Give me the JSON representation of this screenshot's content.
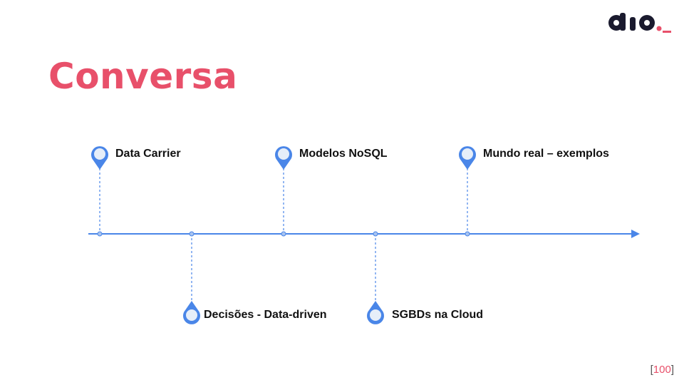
{
  "slide": {
    "title": "Conversa",
    "page_number": "100"
  },
  "timeline": {
    "milestones": [
      {
        "label": "Data Carrier",
        "position": "above"
      },
      {
        "label": "Decisões - Data-driven",
        "position": "below"
      },
      {
        "label": "Modelos NoSQL",
        "position": "above"
      },
      {
        "label": "SGBDs na Cloud",
        "position": "below"
      },
      {
        "label": "Mundo real – exemplos",
        "position": "above"
      }
    ]
  },
  "colors": {
    "accent": "#e8506a",
    "timeline": "#4a86e8",
    "logo": "#1a1a2e"
  }
}
